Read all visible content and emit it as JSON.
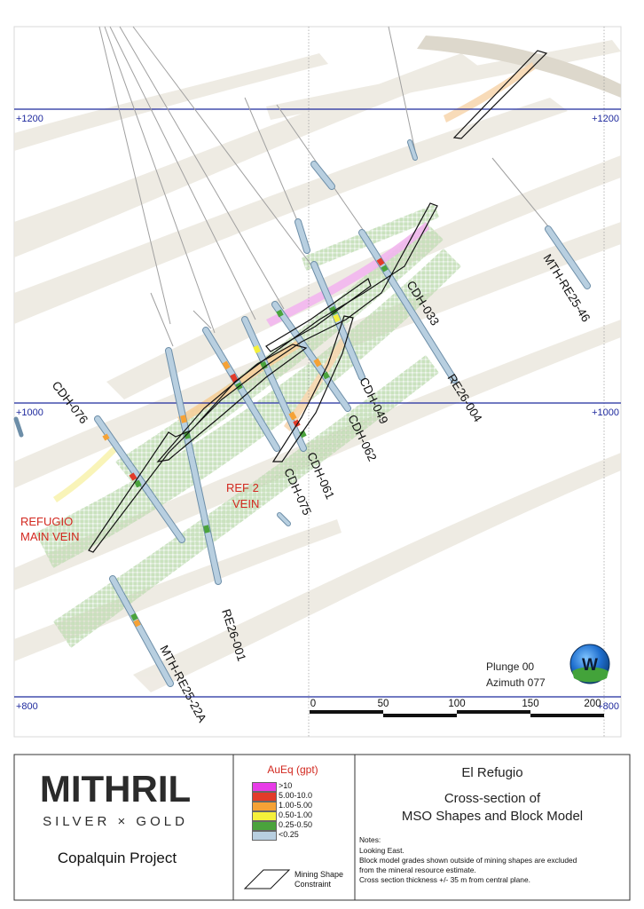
{
  "section": {
    "elevations": [
      "+1200",
      "+1000",
      "+800"
    ],
    "vein_labels": [
      {
        "line1": "REFUGIO",
        "line2": "MAIN VEIN"
      },
      {
        "line1": "REF 2",
        "line2": "VEIN"
      }
    ],
    "drillholes": [
      "MTH-RE25-46",
      "CDH-033",
      "RE26-004",
      "CDH-049",
      "CDH-062",
      "CDH-061",
      "CDH-075",
      "CDH-076",
      "RE26-001",
      "MTH-RE25-22A"
    ],
    "plunge": "Plunge 00",
    "azimuth": "Azimuth 077",
    "scale_labels": [
      "0",
      "50",
      "100",
      "150",
      "200"
    ],
    "logo_letter": "W",
    "colors": {
      "grid": "#1f2a9e",
      "magenta": "#e83ce8",
      "red": "#e23b2a",
      "orange": "#f5a236",
      "yellow": "#f5f03a",
      "green": "#4aa33c",
      "lightblue": "#b8cfe0"
    }
  },
  "footer": {
    "company": "MITHRIL",
    "company_sub": "SILVER × GOLD",
    "project": "Copalquin Project",
    "legend_title": "AuEq (gpt)",
    "legend": [
      {
        "label": ">10",
        "color": "#e83ce8"
      },
      {
        "label": "5.00-10.0",
        "color": "#e23b2a"
      },
      {
        "label": "1.00-5.00",
        "color": "#f5a236"
      },
      {
        "label": "0.50-1.00",
        "color": "#f5f03a"
      },
      {
        "label": "0.25-0.50",
        "color": "#4aa33c"
      },
      {
        "label": "<0.25",
        "color": "#b8cfe0"
      }
    ],
    "shape_legend": {
      "line1": "Mining Shape",
      "line2": "Constraint"
    },
    "title1": "El Refugio",
    "title2": "Cross-section of",
    "title3": "MSO Shapes and Block Model",
    "notes_title": "Notes:",
    "notes": [
      "Looking East.",
      "Block model grades shown outside of mining shapes are excluded",
      "from the mineral resource estimate.",
      "Cross section thickness +/- 35 m from central plane."
    ]
  }
}
